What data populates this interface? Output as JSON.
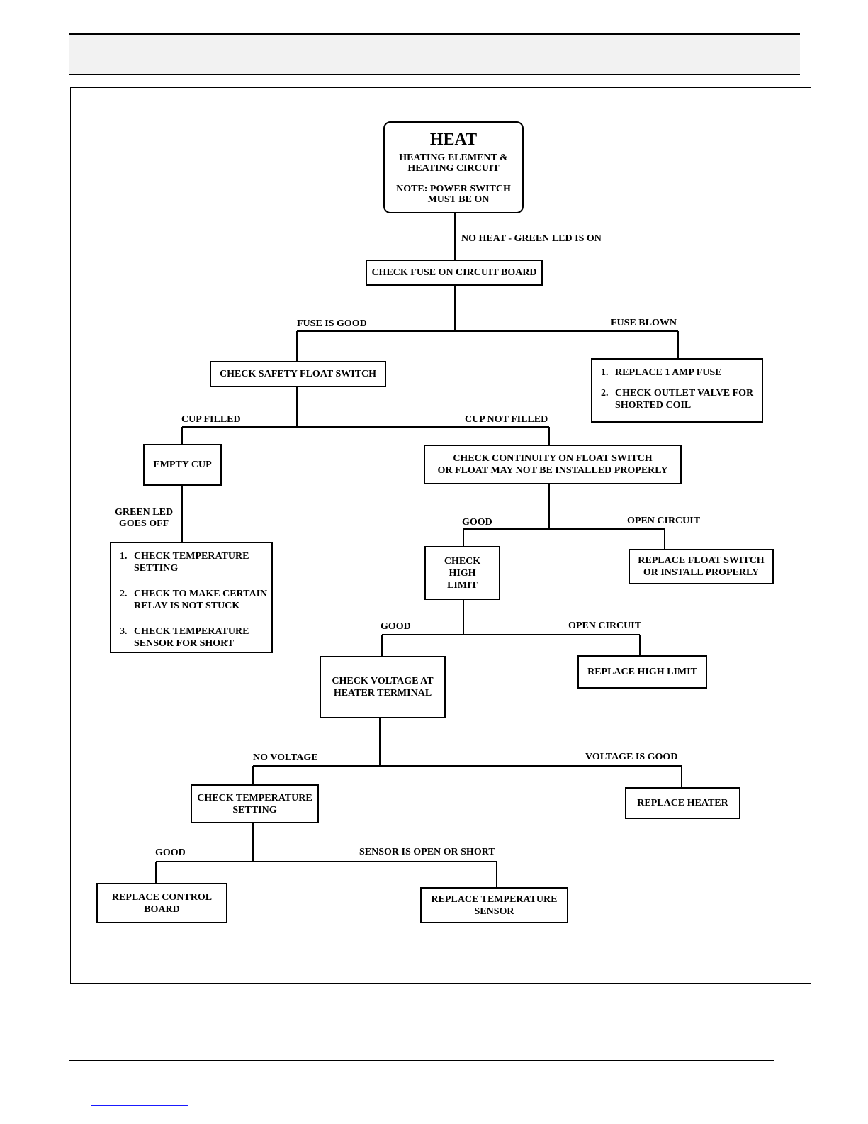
{
  "root": {
    "title": "HEAT",
    "subtitle": "HEATING ELEMENT &\nHEATING CIRCUIT",
    "note": "NOTE: POWER SWITCH\n    MUST BE ON"
  },
  "boxes": {
    "check_fuse": "CHECK FUSE ON CIRCUIT BOARD",
    "check_safety_float": "CHECK SAFETY FLOAT SWITCH",
    "fuse_blown_actions": [
      {
        "num": "1.",
        "text": "REPLACE 1 AMP FUSE"
      },
      {
        "num": "2.",
        "text": "CHECK OUTLET VALVE FOR\nSHORTED COIL"
      }
    ],
    "empty_cup": "EMPTY CUP",
    "check_continuity": "CHECK CONTINUITY ON FLOAT SWITCH\nOR FLOAT MAY NOT BE INSTALLED PROPERLY",
    "green_led_actions": [
      {
        "num": "1.",
        "text": "CHECK TEMPERATURE\nSETTING"
      },
      {
        "num": "2.",
        "text": "CHECK TO MAKE CERTAIN\nRELAY IS NOT STUCK"
      },
      {
        "num": "3.",
        "text": "CHECK TEMPERATURE\nSENSOR FOR SHORT"
      }
    ],
    "check_high_limit": "CHECK\nHIGH\nLIMIT",
    "replace_float_switch": "REPLACE FLOAT SWITCH\nOR INSTALL PROPERLY",
    "check_voltage": "CHECK VOLTAGE AT\nHEATER TERMINAL",
    "replace_high_limit": "REPLACE HIGH LIMIT",
    "check_temp_setting": "CHECK TEMPERATURE\nSETTING",
    "replace_heater": "REPLACE HEATER",
    "replace_control_board": "REPLACE CONTROL\nBOARD",
    "replace_temp_sensor": "REPLACE TEMPERATURE\nSENSOR"
  },
  "labels": {
    "no_heat": "NO HEAT - GREEN LED IS ON",
    "fuse_good": "FUSE IS GOOD",
    "fuse_blown": "FUSE BLOWN",
    "cup_filled": "CUP FILLED",
    "cup_not_filled": "CUP NOT FILLED",
    "green_led_off": "GREEN LED\nGOES OFF",
    "good_1": "GOOD",
    "open_circuit_1": "OPEN CIRCUIT",
    "good_2": "GOOD",
    "open_circuit_2": "OPEN CIRCUIT",
    "no_voltage": "NO VOLTAGE",
    "voltage_good": "VOLTAGE IS GOOD",
    "good_3": "GOOD",
    "sensor_open_short": "SENSOR IS OPEN OR SHORT"
  }
}
